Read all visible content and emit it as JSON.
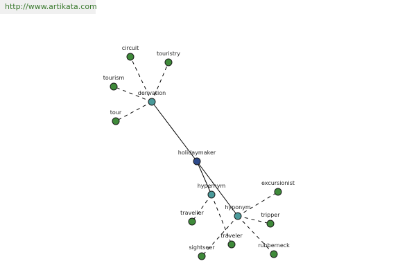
{
  "header": {
    "url": "http://www.artikata.com"
  },
  "colors": {
    "root": "#2e4a8a",
    "relation": "#4a9a9a",
    "leaf": "#3f8a3a"
  },
  "graph": {
    "nodes": [
      {
        "id": "holidaymaker",
        "label": "holidaymaker",
        "kind": "root"
      },
      {
        "id": "derivation",
        "label": "derivation",
        "kind": "relation"
      },
      {
        "id": "hypernym",
        "label": "hypernym",
        "kind": "relation"
      },
      {
        "id": "hyponym",
        "label": "hyponym",
        "kind": "relation"
      },
      {
        "id": "circuit",
        "label": "circuit",
        "kind": "leaf"
      },
      {
        "id": "touristry",
        "label": "touristry",
        "kind": "leaf"
      },
      {
        "id": "tourism",
        "label": "tourism",
        "kind": "leaf"
      },
      {
        "id": "tour",
        "label": "tour",
        "kind": "leaf"
      },
      {
        "id": "traveller",
        "label": "traveller",
        "kind": "leaf"
      },
      {
        "id": "traveler",
        "label": "traveler",
        "kind": "leaf"
      },
      {
        "id": "excursionist",
        "label": "excursionist",
        "kind": "leaf"
      },
      {
        "id": "tripper",
        "label": "tripper",
        "kind": "leaf"
      },
      {
        "id": "rubberneck",
        "label": "rubberneck",
        "kind": "leaf"
      },
      {
        "id": "sightseer",
        "label": "sightseer",
        "kind": "leaf"
      }
    ],
    "edges": [
      {
        "from": "holidaymaker",
        "to": "derivation",
        "style": "solid"
      },
      {
        "from": "holidaymaker",
        "to": "hypernym",
        "style": "solid"
      },
      {
        "from": "holidaymaker",
        "to": "hyponym",
        "style": "solid"
      },
      {
        "from": "derivation",
        "to": "circuit",
        "style": "dashed"
      },
      {
        "from": "derivation",
        "to": "touristry",
        "style": "dashed"
      },
      {
        "from": "derivation",
        "to": "tourism",
        "style": "dashed"
      },
      {
        "from": "derivation",
        "to": "tour",
        "style": "dashed"
      },
      {
        "from": "hypernym",
        "to": "traveller",
        "style": "dashed"
      },
      {
        "from": "hypernym",
        "to": "traveler",
        "style": "dashed"
      },
      {
        "from": "hyponym",
        "to": "excursionist",
        "style": "dashed"
      },
      {
        "from": "hyponym",
        "to": "tripper",
        "style": "dashed"
      },
      {
        "from": "hyponym",
        "to": "rubberneck",
        "style": "dashed"
      },
      {
        "from": "hyponym",
        "to": "sightseer",
        "style": "dashed"
      }
    ]
  }
}
